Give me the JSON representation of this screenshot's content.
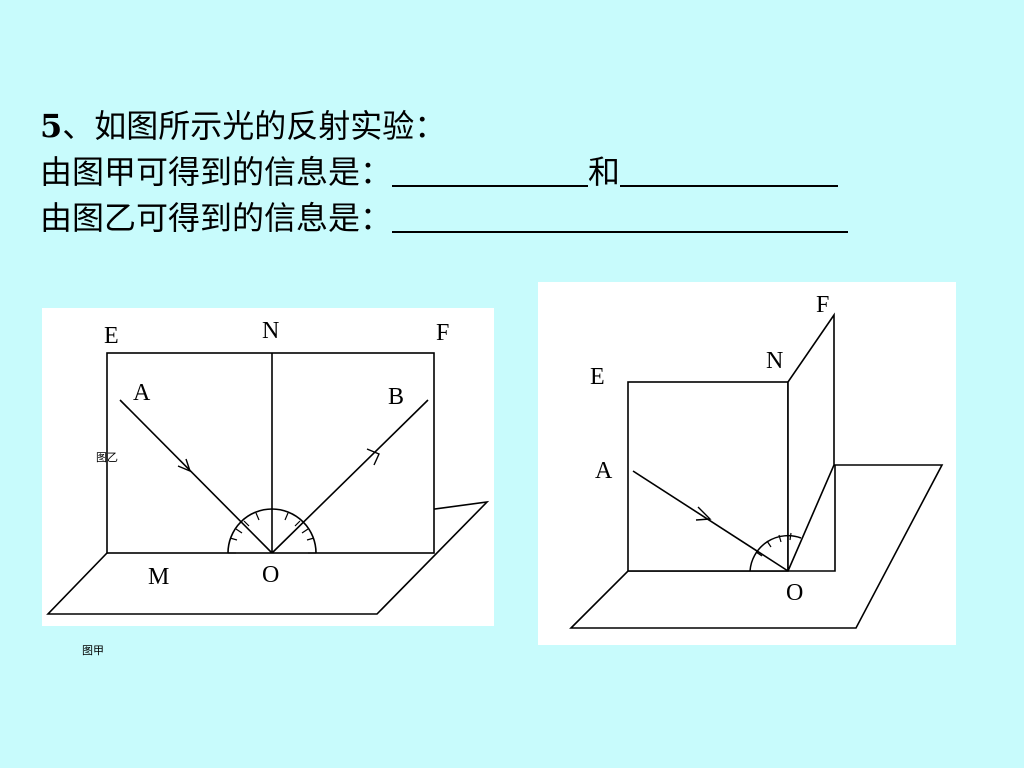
{
  "question": {
    "number": "5",
    "title": "、如图所示光的反射实验：",
    "line1_prefix": "由图甲可得到的信息是：",
    "line1_and": "和",
    "line2_prefix": "由图乙可得到的信息是："
  },
  "figure_left": {
    "labels": {
      "E": "E",
      "N": "N",
      "F": "F",
      "A": "A",
      "B": "B",
      "M": "M",
      "O": "O"
    },
    "caption_side": "图乙",
    "caption_bottom": "图甲"
  },
  "figure_right": {
    "labels": {
      "E": "E",
      "N": "N",
      "F": "F",
      "A": "A",
      "O": "O"
    }
  }
}
